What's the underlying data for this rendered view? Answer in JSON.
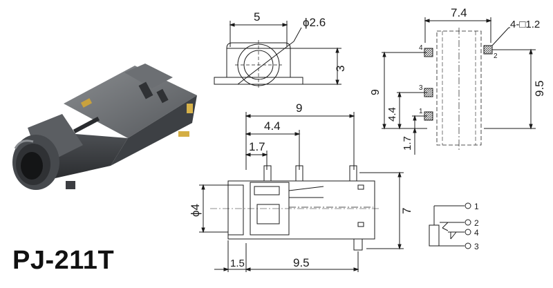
{
  "model": "PJ-211T",
  "front_view": {
    "width": "5",
    "diameter": "ϕ2.6",
    "height": "3"
  },
  "bottom_view": {
    "width": "7.4",
    "pads": "4-□1.2",
    "height_left": "9",
    "height_right": "9.5",
    "pitch": "4.4",
    "offset": "1.7",
    "pin_labels": [
      "4",
      "2",
      "3",
      "1"
    ]
  },
  "side_view": {
    "length": "9",
    "pin_offset": "4.4",
    "first_pin": "1.7",
    "diameter": "ϕ4",
    "height": "7",
    "nose": "1.5",
    "body": "9.5"
  },
  "schematic": {
    "pins": [
      "1",
      "2",
      "4",
      "3"
    ]
  }
}
